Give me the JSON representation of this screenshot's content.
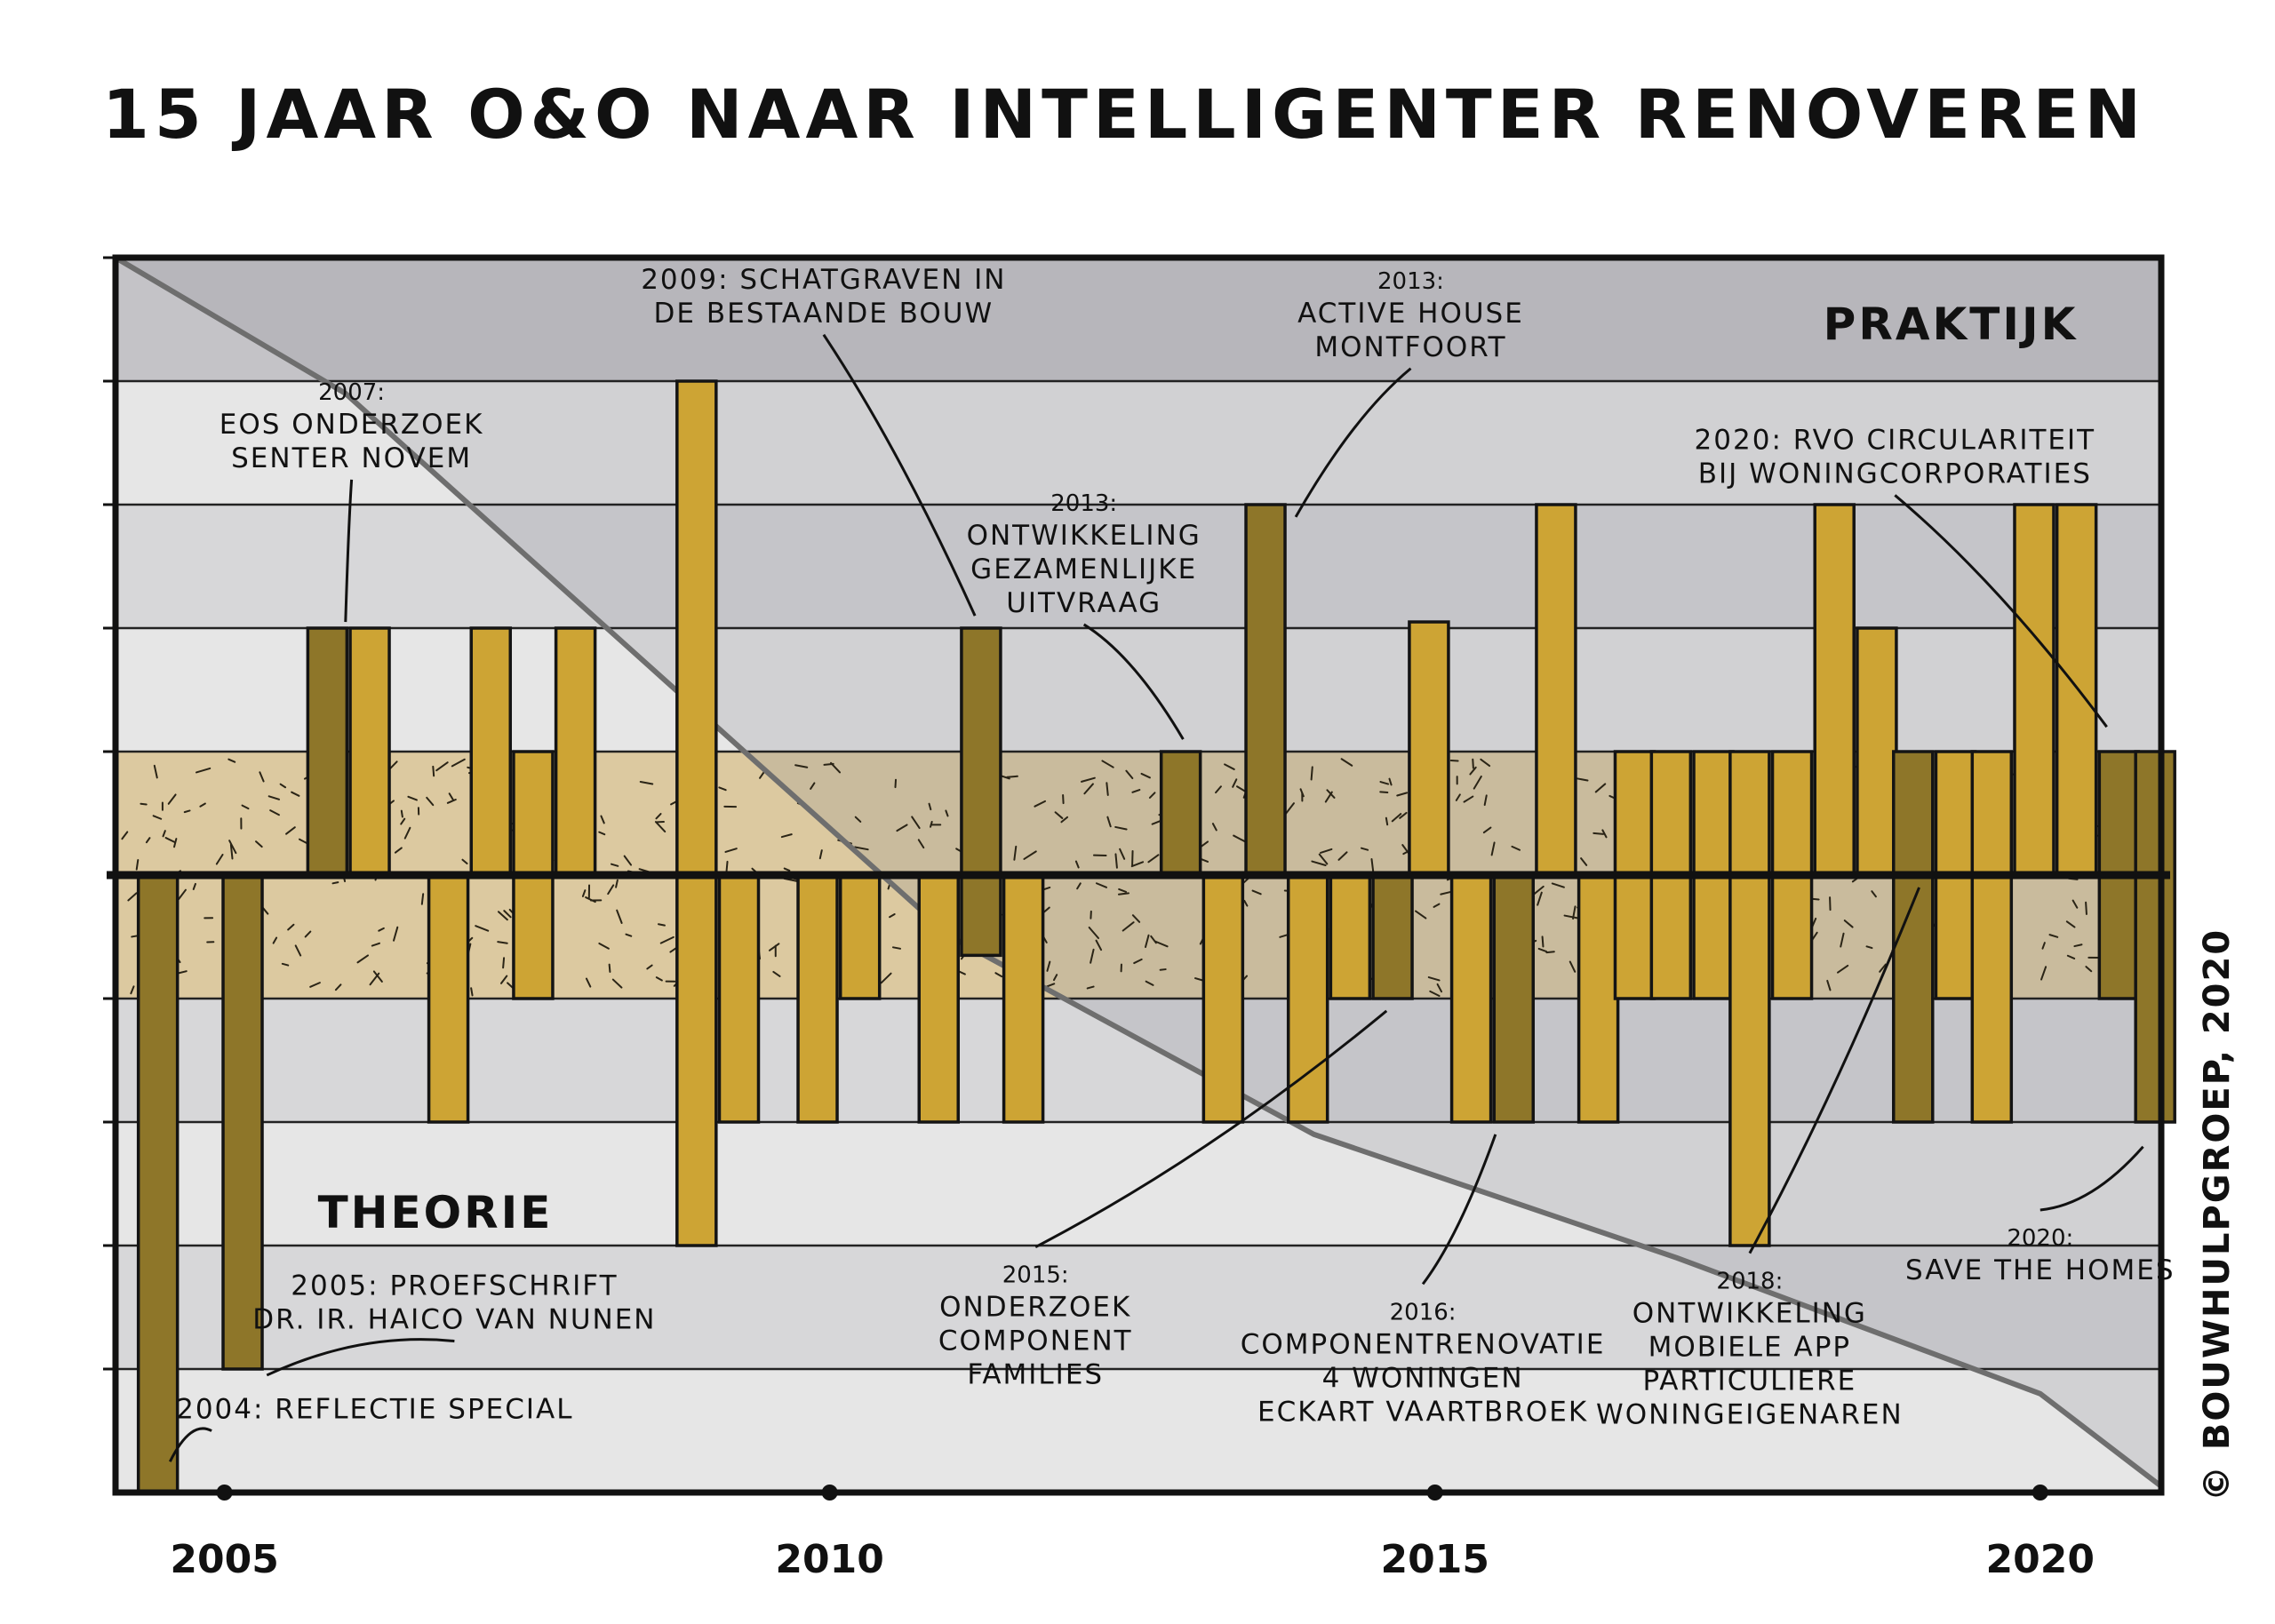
{
  "title": "15 JAAR O&O NAAR INTELLIGENTER RENOVEREN",
  "credit": "© BOUWHULPGROEP, 2020",
  "colors": {
    "bar_light": "#cda434",
    "bar_dark": "#8e7629",
    "band_sand": "#dcc9a0",
    "band_light": "#e6e6e6",
    "band_mid": "#d7d7d9",
    "band_dark": "#c4c3c7",
    "axis": "#111111",
    "trend": "#6e6e6e"
  },
  "chart_data": {
    "type": "bar",
    "title": "15 JAAR O&O NAAR INTELLIGENTER RENOVEREN",
    "xlabel": "",
    "ylabel": "",
    "zone_labels": {
      "top": "PRAKTIJK",
      "bottom": "THEORIE"
    },
    "x_ticks": [
      2005,
      2010,
      2015,
      2020
    ],
    "xlim": [
      2004.1,
      2021.0
    ],
    "ylim": [
      -5,
      5
    ],
    "grid": true,
    "y_gridlines": [
      -4,
      -3,
      -2,
      -1,
      1,
      2,
      3,
      4,
      5
    ],
    "sand_band": [
      -1,
      1
    ],
    "series": [
      {
        "values": [
          {
            "x": 2004.45,
            "bottom": -5.0,
            "top": 0,
            "shade": "dark"
          },
          {
            "x": 2005.15,
            "bottom": -4.0,
            "top": 0,
            "shade": "dark"
          },
          {
            "x": 2005.85,
            "bottom": 0,
            "top": 2.0,
            "shade": "dark"
          },
          {
            "x": 2006.2,
            "bottom": 0,
            "top": 2.0,
            "shade": "light"
          },
          {
            "x": 2006.85,
            "bottom": -2.0,
            "top": 0,
            "shade": "light"
          },
          {
            "x": 2007.2,
            "bottom": 0,
            "top": 2.0,
            "shade": "light"
          },
          {
            "x": 2007.55,
            "bottom": -1.0,
            "top": 1.0,
            "shade": "light"
          },
          {
            "x": 2007.9,
            "bottom": 0,
            "top": 2.0,
            "shade": "light"
          },
          {
            "x": 2008.9,
            "bottom": -3.0,
            "top": 4.0,
            "shade": "light"
          },
          {
            "x": 2009.25,
            "bottom": -2.0,
            "top": 0,
            "shade": "light"
          },
          {
            "x": 2009.9,
            "bottom": -2.0,
            "top": 0,
            "shade": "light"
          },
          {
            "x": 2010.25,
            "bottom": -1.0,
            "top": 0,
            "shade": "light"
          },
          {
            "x": 2010.9,
            "bottom": -2.0,
            "top": 0,
            "shade": "light"
          },
          {
            "x": 2011.25,
            "bottom": -0.65,
            "top": 2.0,
            "shade": "dark"
          },
          {
            "x": 2011.6,
            "bottom": -2.0,
            "top": 0,
            "shade": "light"
          },
          {
            "x": 2012.9,
            "bottom": 0,
            "top": 1.0,
            "shade": "dark"
          },
          {
            "x": 2013.25,
            "bottom": -2.0,
            "top": 0,
            "shade": "light"
          },
          {
            "x": 2013.6,
            "bottom": 0,
            "top": 3.0,
            "shade": "dark"
          },
          {
            "x": 2013.95,
            "bottom": -2.0,
            "top": 0,
            "shade": "light"
          },
          {
            "x": 2014.3,
            "bottom": -1.0,
            "top": 0,
            "shade": "light"
          },
          {
            "x": 2014.65,
            "bottom": -1.0,
            "top": 0,
            "shade": "dark"
          },
          {
            "x": 2014.95,
            "bottom": 0,
            "top": 2.05,
            "shade": "light"
          },
          {
            "x": 2015.3,
            "bottom": -2.0,
            "top": 0,
            "shade": "light"
          },
          {
            "x": 2015.65,
            "bottom": -2.0,
            "top": 0,
            "shade": "dark"
          },
          {
            "x": 2016.0,
            "bottom": 0,
            "top": 3.0,
            "shade": "light"
          },
          {
            "x": 2016.35,
            "bottom": -2.0,
            "top": 0,
            "shade": "light"
          },
          {
            "x": 2016.65,
            "bottom": -1.0,
            "top": 1.0,
            "shade": "light"
          },
          {
            "x": 2016.95,
            "bottom": -1.0,
            "top": 1.0,
            "shade": "light"
          },
          {
            "x": 2017.3,
            "bottom": -1.0,
            "top": 1.0,
            "shade": "light"
          },
          {
            "x": 2017.6,
            "bottom": -3.0,
            "top": 1.0,
            "shade": "light"
          },
          {
            "x": 2017.95,
            "bottom": -1.0,
            "top": 1.0,
            "shade": "light"
          },
          {
            "x": 2018.3,
            "bottom": 0,
            "top": 3.0,
            "shade": "light"
          },
          {
            "x": 2018.65,
            "bottom": 0,
            "top": 2.0,
            "shade": "light"
          },
          {
            "x": 2018.95,
            "bottom": -2.0,
            "top": 1.0,
            "shade": "dark"
          },
          {
            "x": 2019.3,
            "bottom": -1.0,
            "top": 1.0,
            "shade": "light"
          },
          {
            "x": 2019.6,
            "bottom": -2.0,
            "top": 1.0,
            "shade": "light"
          },
          {
            "x": 2019.95,
            "bottom": 0,
            "top": 3.0,
            "shade": "light"
          },
          {
            "x": 2020.3,
            "bottom": 0,
            "top": 3.0,
            "shade": "light"
          },
          {
            "x": 2020.65,
            "bottom": -1.0,
            "top": 1.0,
            "shade": "dark"
          },
          {
            "x": 2020.95,
            "bottom": -2.0,
            "top": 1.0,
            "shade": "dark"
          }
        ]
      }
    ],
    "trend_line": [
      [
        2004.1,
        5.0
      ],
      [
        2006.0,
        3.9
      ],
      [
        2008.5,
        1.7
      ],
      [
        2011.0,
        -0.5
      ],
      [
        2014.0,
        -2.1
      ],
      [
        2017.0,
        -3.1
      ],
      [
        2020.0,
        -4.2
      ],
      [
        2021.0,
        -4.95
      ]
    ],
    "annotations": [
      {
        "year": "2004:",
        "text": "REFLECTIE SPECIAL",
        "lines": [],
        "anchor": "start",
        "pos": [
          2004.6,
          -4.4
        ],
        "target": [
          2004.55,
          -4.75
        ]
      },
      {
        "year": "2005:",
        "text": "PROEFSCHRIFT",
        "lines": [
          "DR. IR. HAICO VAN NUNEN"
        ],
        "anchor": "middle",
        "pos": [
          2006.9,
          -3.4
        ],
        "target": [
          2005.35,
          -4.05
        ]
      },
      {
        "year": "2007:",
        "text": "",
        "lines": [
          "EOS ONDERZOEK",
          "SENTER NOVEM"
        ],
        "anchor": "middle",
        "pos": [
          2006.05,
          3.85
        ],
        "target": [
          2006.0,
          2.05
        ]
      },
      {
        "year": "2009:",
        "text": "SCHATGRAVEN IN",
        "lines": [
          "DE BESTAANDE BOUW"
        ],
        "anchor": "middle",
        "pos": [
          2009.95,
          4.75
        ],
        "target": [
          2011.2,
          2.1
        ]
      },
      {
        "year": "2013:",
        "text": "",
        "lines": [
          "ONTWIKKELING",
          "GEZAMENLIJKE",
          "UITVRAAG"
        ],
        "anchor": "middle",
        "pos": [
          2012.1,
          2.95
        ],
        "target": [
          2012.92,
          1.1
        ]
      },
      {
        "year": "2013:",
        "text": "",
        "lines": [
          "ACTIVE HOUSE",
          "MONTFOORT"
        ],
        "anchor": "middle",
        "pos": [
          2014.8,
          4.75
        ],
        "target": [
          2013.85,
          2.9
        ]
      },
      {
        "year": "2015:",
        "text": "",
        "lines": [
          "ONDERZOEK",
          "COMPONENT",
          "FAMILIES"
        ],
        "anchor": "middle",
        "pos": [
          2011.7,
          -3.3
        ],
        "target": [
          2014.6,
          -1.1
        ]
      },
      {
        "year": "2016:",
        "text": "",
        "lines": [
          "COMPONENTRENOVATIE",
          "4 WONINGEN",
          "ECKART VAARTBROEK"
        ],
        "anchor": "middle",
        "pos": [
          2014.9,
          -3.6
        ],
        "target": [
          2015.5,
          -2.1
        ]
      },
      {
        "year": "2018:",
        "text": "",
        "lines": [
          "ONTWIKKELING",
          "MOBIELE APP",
          "PARTICULIERE",
          "WONINGEIGENAREN"
        ],
        "anchor": "middle",
        "pos": [
          2017.6,
          -3.35
        ],
        "target": [
          2019.0,
          -0.1
        ]
      },
      {
        "year": "2020:",
        "text": "RVO CIRCULARITEIT",
        "lines": [
          "BIJ WONINGCORPORATIES"
        ],
        "anchor": "middle",
        "pos": [
          2018.8,
          3.45
        ],
        "target": [
          2020.55,
          1.2
        ]
      },
      {
        "year": "2020:",
        "text": "",
        "lines": [
          "SAVE THE HOMES"
        ],
        "anchor": "middle",
        "pos": [
          2020.0,
          -3.0
        ],
        "target": [
          2020.85,
          -2.2
        ]
      }
    ]
  }
}
